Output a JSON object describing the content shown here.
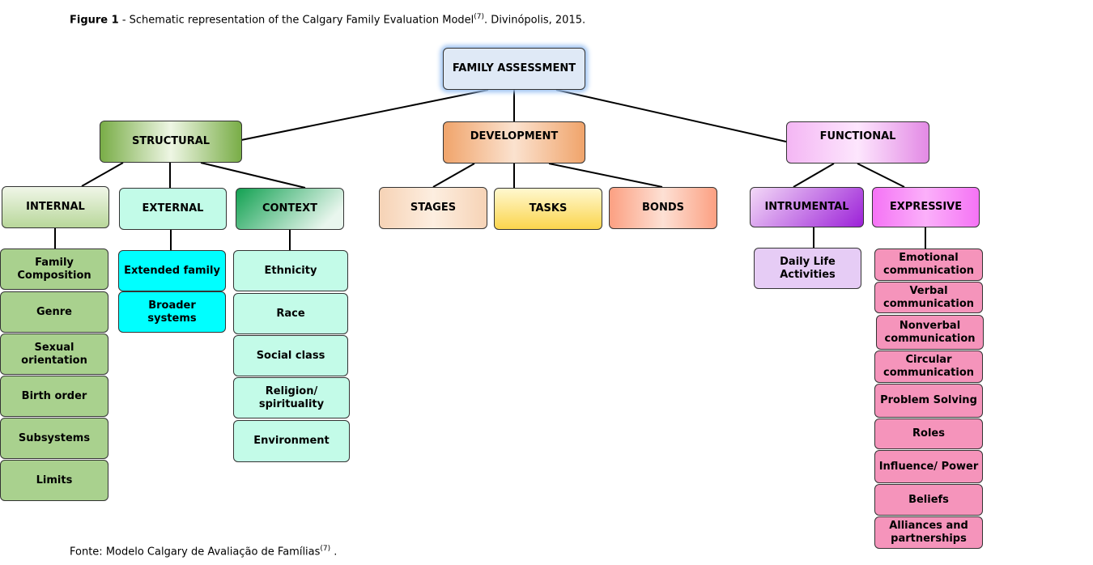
{
  "caption": {
    "figure_label": "Figure 1",
    "text": " - Schematic representation of the Calgary Family Evaluation Model",
    "ref": "(7)",
    "suffix": ". Divinópolis,  2015."
  },
  "footer": {
    "text": "Fonte: Modelo Calgary de Avaliação de Famílias",
    "ref": "(7)",
    "suffix": " ."
  },
  "diagram": {
    "root": {
      "label": "FAMILY ASSESSMENT"
    },
    "structural": {
      "label": "STRUCTURAL",
      "internal": {
        "label": "INTERNAL",
        "items": [
          "Family Composition",
          "Genre",
          "Sexual orientation",
          "Birth order",
          "Subsystems",
          "Limits"
        ]
      },
      "external": {
        "label": "EXTERNAL",
        "items": [
          "Extended family",
          "Broader systems"
        ]
      },
      "context": {
        "label": "CONTEXT",
        "items": [
          "Ethnicity",
          "Race",
          "Social class",
          "Religion/ spirituality",
          "Environment"
        ]
      }
    },
    "development": {
      "label": "DEVELOPMENT",
      "items": [
        "STAGES",
        "TASKS",
        "BONDS"
      ]
    },
    "functional": {
      "label": "FUNCTIONAL",
      "instrumental": {
        "label": "INTRUMENTAL",
        "items": [
          "Daily Life Activities"
        ]
      },
      "expressive": {
        "label": "EXPRESSIVE",
        "items": [
          "Emotional communication",
          "Verbal communication",
          "Nonverbal communication",
          "Circular communication",
          "Problem Solving",
          "Roles",
          "Influence/ Power",
          "Beliefs",
          "Alliances and partnerships"
        ]
      }
    }
  }
}
